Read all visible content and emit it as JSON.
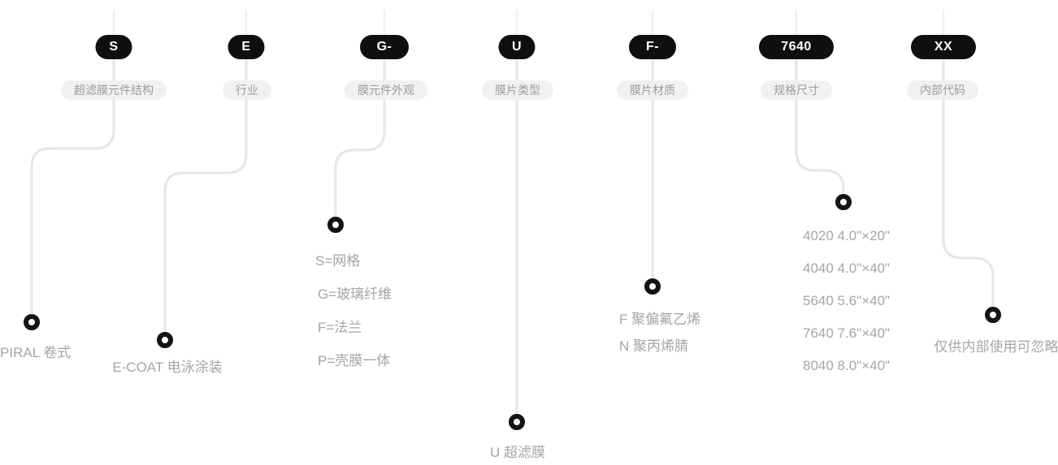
{
  "diagram_title": "product-code-legend",
  "colors": {
    "badge_bg": "#0f0f0f",
    "badge_text": "#ffffff",
    "label_bg": "#f1f1f1",
    "label_text": "#9c9c9c",
    "connector_line": "#e6e6e6",
    "item_text": "#a5a5a5",
    "marker_ring": "#141414"
  },
  "columns": [
    {
      "code": "S",
      "label": "超滤膜元件结构",
      "items": [
        "SPIRAL 卷式"
      ]
    },
    {
      "code": "E",
      "label": "行业",
      "items": [
        "E-COAT 电泳涂装"
      ]
    },
    {
      "code": "G-",
      "label": "膜元件外观",
      "items": [
        "S=网格",
        "G=玻璃纤维",
        "F=法兰",
        "P=壳膜一体"
      ]
    },
    {
      "code": "U",
      "label": "膜片类型",
      "items": [
        "U 超滤膜"
      ]
    },
    {
      "code": "F-",
      "label": "膜片材质",
      "items": [
        "F 聚偏氟乙烯",
        "N 聚丙烯腈"
      ]
    },
    {
      "code": "7640",
      "label": "规格尺寸",
      "items": [
        "4020 4.0\"×20\"",
        "4040 4.0\"×40\"",
        "5640 5.6\"×40\"",
        "7640 7.6\"×40\"",
        "8040 8.0\"×40\""
      ]
    },
    {
      "code": "XX",
      "label": "内部代码",
      "items": [
        "仅供内部使用可忽略"
      ]
    }
  ]
}
